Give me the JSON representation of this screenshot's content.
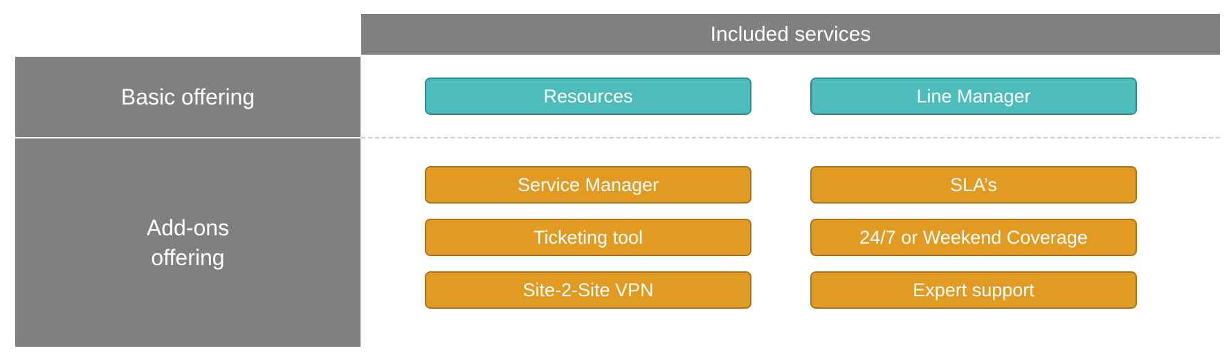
{
  "header": {
    "title": "Included services"
  },
  "rows": {
    "basic": {
      "label": "Basic offering"
    },
    "addons": {
      "label": "Add-ons offering"
    }
  },
  "basic_services": [
    {
      "label": "Resources"
    },
    {
      "label": "Line Manager"
    }
  ],
  "addon_services": [
    {
      "label": "Service Manager"
    },
    {
      "label": "SLA’s"
    },
    {
      "label": "Ticketing tool"
    },
    {
      "label": "24/7 or Weekend Coverage"
    },
    {
      "label": "Site-2-Site VPN"
    },
    {
      "label": "Expert support"
    }
  ],
  "colors": {
    "header_bg": "#808080",
    "basic_pill": "#4fbcbc",
    "addon_pill": "#e29b22",
    "text": "#ffffff"
  }
}
